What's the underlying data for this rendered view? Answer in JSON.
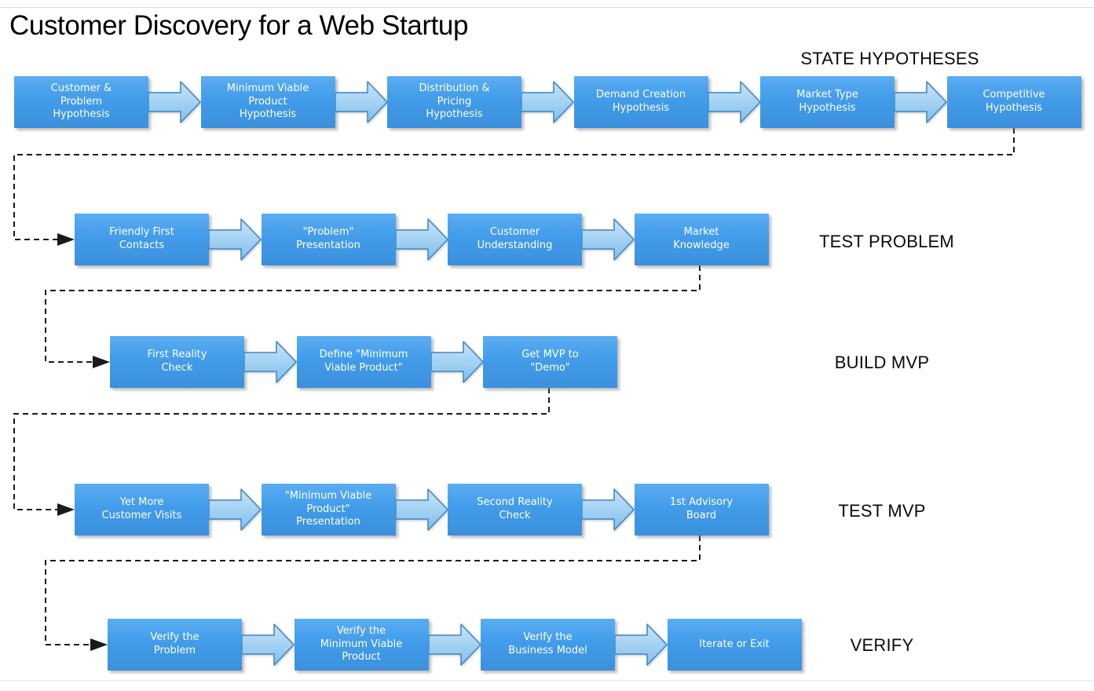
{
  "title": "Customer Discovery for a Web Startup",
  "colors": {
    "box_gradient_top": "#5aadf2",
    "box_gradient_bottom": "#3b90dd",
    "box_text": "#ffffff",
    "arrow_fill_top": "#c8e3f8",
    "arrow_fill_bottom": "#7fbfec",
    "arrow_stroke": "#3f86c6",
    "connector_line": "#1a1a1a",
    "label_text": "#0a0a0a"
  },
  "rows": [
    {
      "label": "STATE HYPOTHESES",
      "boxes": [
        "Customer &\nProblem\nHypothesis",
        "Minimum Viable\nProduct\nHypothesis",
        "Distribution &\nPricing\nHypothesis",
        "Demand Creation\nHypothesis",
        "Market Type\nHypothesis",
        "Competitive\nHypothesis"
      ]
    },
    {
      "label": "TEST PROBLEM",
      "boxes": [
        "Friendly First\nContacts",
        "\"Problem\"\nPresentation",
        "Customer\nUnderstanding",
        "Market\nKnowledge"
      ]
    },
    {
      "label": "BUILD MVP",
      "boxes": [
        "First Reality\nCheck",
        "Define \"Minimum\nViable Product\"",
        "Get MVP to\n\"Demo\""
      ]
    },
    {
      "label": "TEST MVP",
      "boxes": [
        "Yet More\nCustomer Visits",
        "\"Minimum Viable\nProduct\"\nPresentation",
        "Second Reality\nCheck",
        "1st Advisory\nBoard"
      ]
    },
    {
      "label": "VERIFY",
      "boxes": [
        "Verify the\nProblem",
        "Verify the\nMinimum Viable\nProduct",
        "Verify the\nBusiness Model",
        "Iterate or Exit"
      ]
    }
  ]
}
